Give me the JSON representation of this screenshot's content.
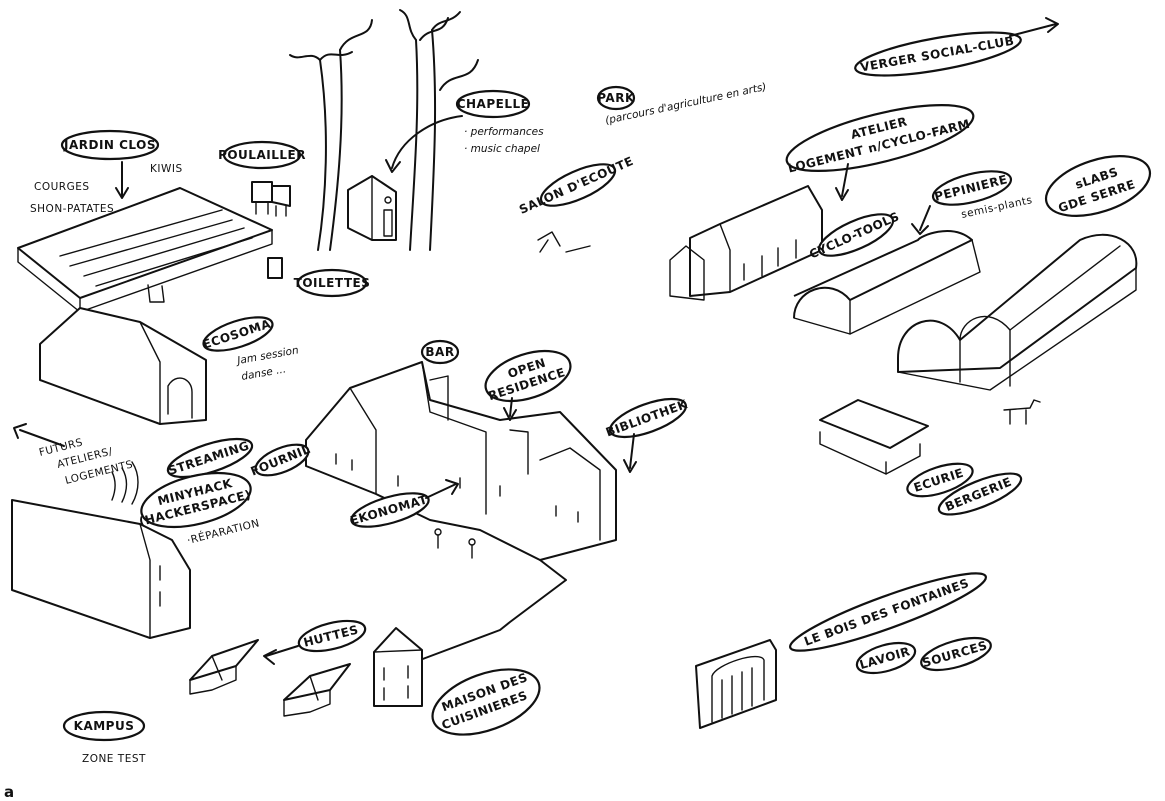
{
  "labels": {
    "jardin_clos": "JARDIN CLOS",
    "courges": "COURGES",
    "shon_patates": "SHON-PATATES",
    "kiwis": "KIWIS",
    "poulailler": "POULAILLER",
    "chapelle": "CHAPELLE",
    "chapelle_note_1": "· performances",
    "chapelle_note_2": "· music chapel",
    "park": "PARK",
    "park_note": "(parcours d'agriculture en arts)",
    "verger": "VERGER SOCIAL-CLUB",
    "toilettes": "TOILETTES",
    "salon_ecoute": "SALON D'ECOUTE",
    "atelier_1": "ATELIER",
    "atelier_2": "LOGEMENT n/CYCLO-FARM",
    "cyclo_tools": "CYCLO-TOOLS",
    "pepiniere": "PEPINIERE",
    "pepiniere_note": "semis-plants",
    "slabs_1": "sLABS",
    "slabs_2": "GDE SERRE",
    "ecosoma": "ECOSOMA",
    "ecosoma_note_1": "Jam session",
    "ecosoma_note_2": "danse ...",
    "bar": "BAR",
    "open_residence_1": "OPEN",
    "open_residence_2": "RESIDENCE",
    "bibliothek": "BIBLIOTHEK",
    "futurs_1": "FUTURS",
    "futurs_2": "ATELIERS/",
    "futurs_3": "LOGEMENTS",
    "streaming": "STREAMING",
    "fournil": "FOURNIL",
    "minyhack_1": "MINYHACK",
    "minyhack_2": "(HACKERSPACE)",
    "reparation": "·RÉPARATION",
    "ekonomat": "EKONOMAT",
    "ecurie": "ECURIE",
    "bergerie": "BERGERIE",
    "huttes": "HUTTES",
    "maison_1": "MAISON DES",
    "maison_2": "CUISINIERES",
    "bois": "LE BOIS DES FONTAINES",
    "lavoir": "LAVOIR",
    "sources": "SOURCES",
    "kampus": "KAMPUS",
    "zone_test": "ZONE TEST"
  },
  "figure_label": "a"
}
